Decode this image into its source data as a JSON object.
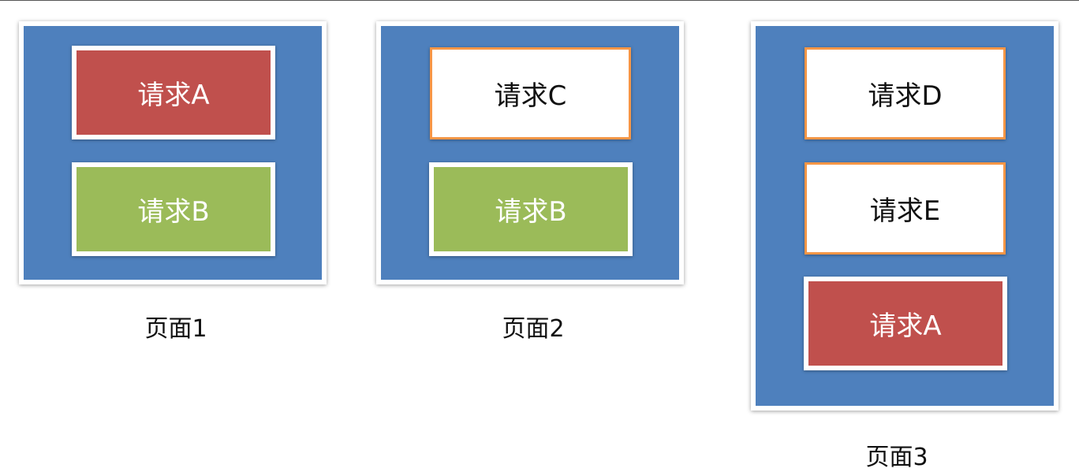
{
  "pages": [
    {
      "caption": "页面1",
      "requests": [
        {
          "label": "请求A",
          "style": "red"
        },
        {
          "label": "请求B",
          "style": "green"
        }
      ]
    },
    {
      "caption": "页面2",
      "requests": [
        {
          "label": "请求C",
          "style": "white"
        },
        {
          "label": "请求B",
          "style": "green"
        }
      ]
    },
    {
      "caption": "页面3",
      "requests": [
        {
          "label": "请求D",
          "style": "white"
        },
        {
          "label": "请求E",
          "style": "white"
        },
        {
          "label": "请求A",
          "style": "red"
        }
      ]
    }
  ],
  "colors": {
    "page_bg": "#4e80bd",
    "red": "#c0504d",
    "green": "#9bbb59",
    "orange_border": "#f79646"
  }
}
